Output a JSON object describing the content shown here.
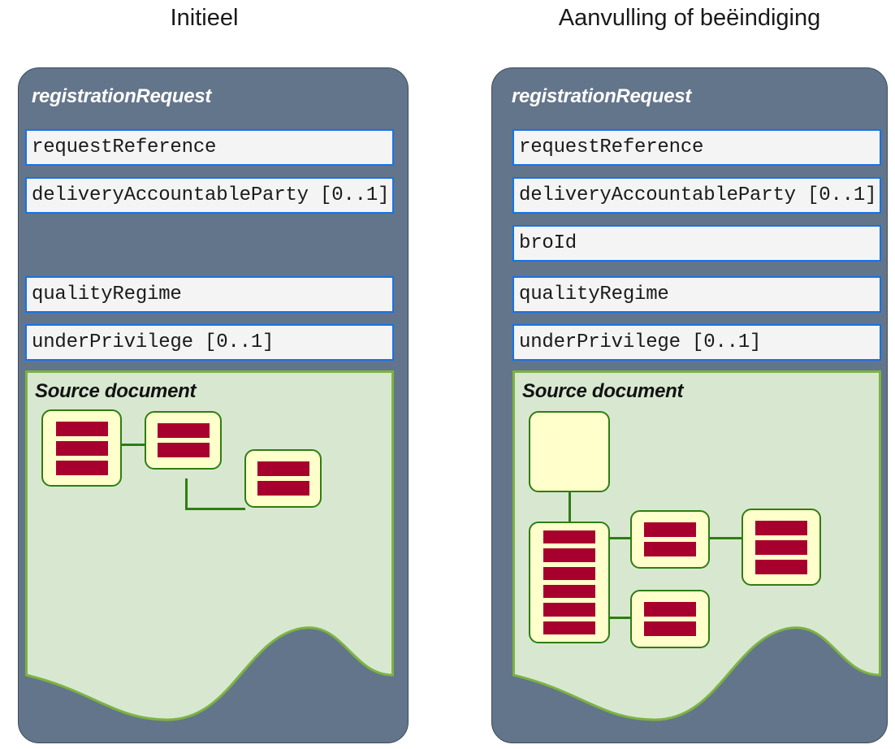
{
  "columns": [
    {
      "title": "Initieel",
      "panel": {
        "title": "registrationRequest",
        "fields": [
          {
            "label": "requestReference"
          },
          {
            "label": "deliveryAccountableParty [0..1]"
          },
          {
            "label": "",
            "empty": true
          },
          {
            "label": "qualityRegime"
          },
          {
            "label": "underPrivilege [0..1]"
          }
        ],
        "source_document": {
          "title": "Source document",
          "nodes": [
            {
              "id": "n1",
              "bars": 3
            },
            {
              "id": "n2",
              "bars": 2
            },
            {
              "id": "n3",
              "bars": 2
            }
          ],
          "edges": [
            {
              "from": "n1",
              "to": "n2"
            },
            {
              "from": "n2",
              "to": "n3"
            }
          ]
        }
      }
    },
    {
      "title": "Aanvulling of beëindiging",
      "panel": {
        "title": "registrationRequest",
        "fields": [
          {
            "label": "requestReference"
          },
          {
            "label": "deliveryAccountableParty [0..1]"
          },
          {
            "label": "broId"
          },
          {
            "label": "qualityRegime"
          },
          {
            "label": "underPrivilege [0..1]"
          }
        ],
        "source_document": {
          "title": "Source document",
          "nodes": [
            {
              "id": "r0",
              "bars": 0
            },
            {
              "id": "r1",
              "bars": 6
            },
            {
              "id": "r2",
              "bars": 2
            },
            {
              "id": "r3",
              "bars": 3
            },
            {
              "id": "r4",
              "bars": 2
            }
          ],
          "edges": [
            {
              "from": "r0",
              "to": "r1"
            },
            {
              "from": "r1",
              "to": "r2"
            },
            {
              "from": "r2",
              "to": "r3"
            },
            {
              "from": "r1",
              "to": "r4"
            }
          ]
        }
      }
    }
  ],
  "colors": {
    "panel_fill": "#63758a",
    "panel_stroke": "#3d4b5c",
    "field_fill": "#f4f4f4",
    "field_stroke": "#1673e8",
    "srcdoc_fill": "#d8e8d0",
    "srcdoc_stroke": "#7cb342",
    "node_fill": "#ffffcc",
    "node_stroke": "#2f7d12",
    "bar_fill": "#a8002e",
    "title_text": "#1a1a1a",
    "panel_title_text": "#ffffff"
  }
}
